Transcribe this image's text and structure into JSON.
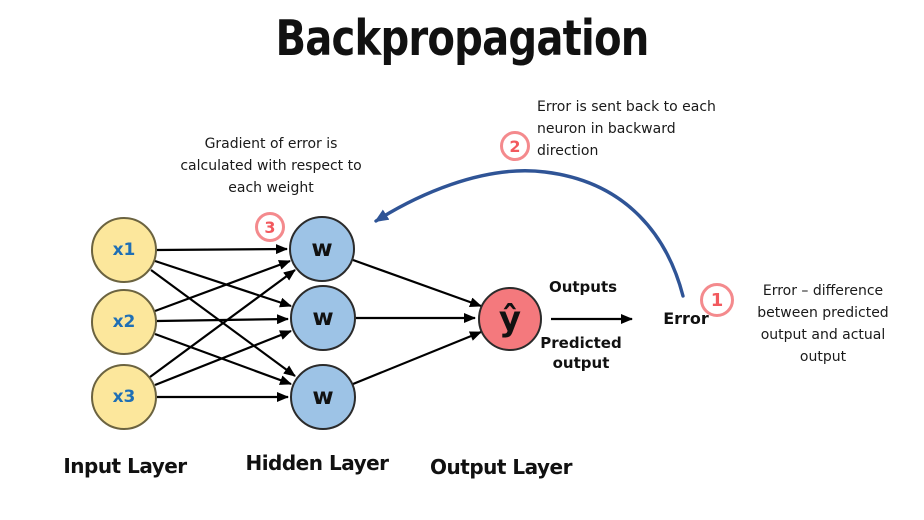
{
  "title": "Backpropagation",
  "colors": {
    "input_node_fill": "#FCE79C",
    "input_node_text": "#1F6FB5",
    "hidden_node_fill": "#9DC3E6",
    "output_node_fill": "#F4797D",
    "step_badge_ring": "#F48A8D",
    "step_badge_text": "#F2595E",
    "backprop_arrow": "#2F5496",
    "connection_arrow": "#000000"
  },
  "network": {
    "input_nodes": [
      {
        "label": "x1"
      },
      {
        "label": "x2"
      },
      {
        "label": "x3"
      }
    ],
    "hidden_nodes": [
      {
        "label": "w"
      },
      {
        "label": "w"
      },
      {
        "label": "w"
      }
    ],
    "output_node": {
      "label": "ŷ"
    }
  },
  "layer_labels": {
    "input": "Input Layer",
    "hidden": "Hidden Layer",
    "output": "Output Layer"
  },
  "flow": {
    "outputs": "Outputs",
    "predicted": "Predicted output",
    "error": "Error"
  },
  "steps": {
    "one": {
      "number": "1",
      "text": "Error – difference between predicted output and actual output"
    },
    "two": {
      "number": "2",
      "text": "Error is sent back to each neuron in backward direction"
    },
    "three": {
      "number": "3",
      "text": "Gradient of error is calculated with respect to each weight"
    }
  }
}
